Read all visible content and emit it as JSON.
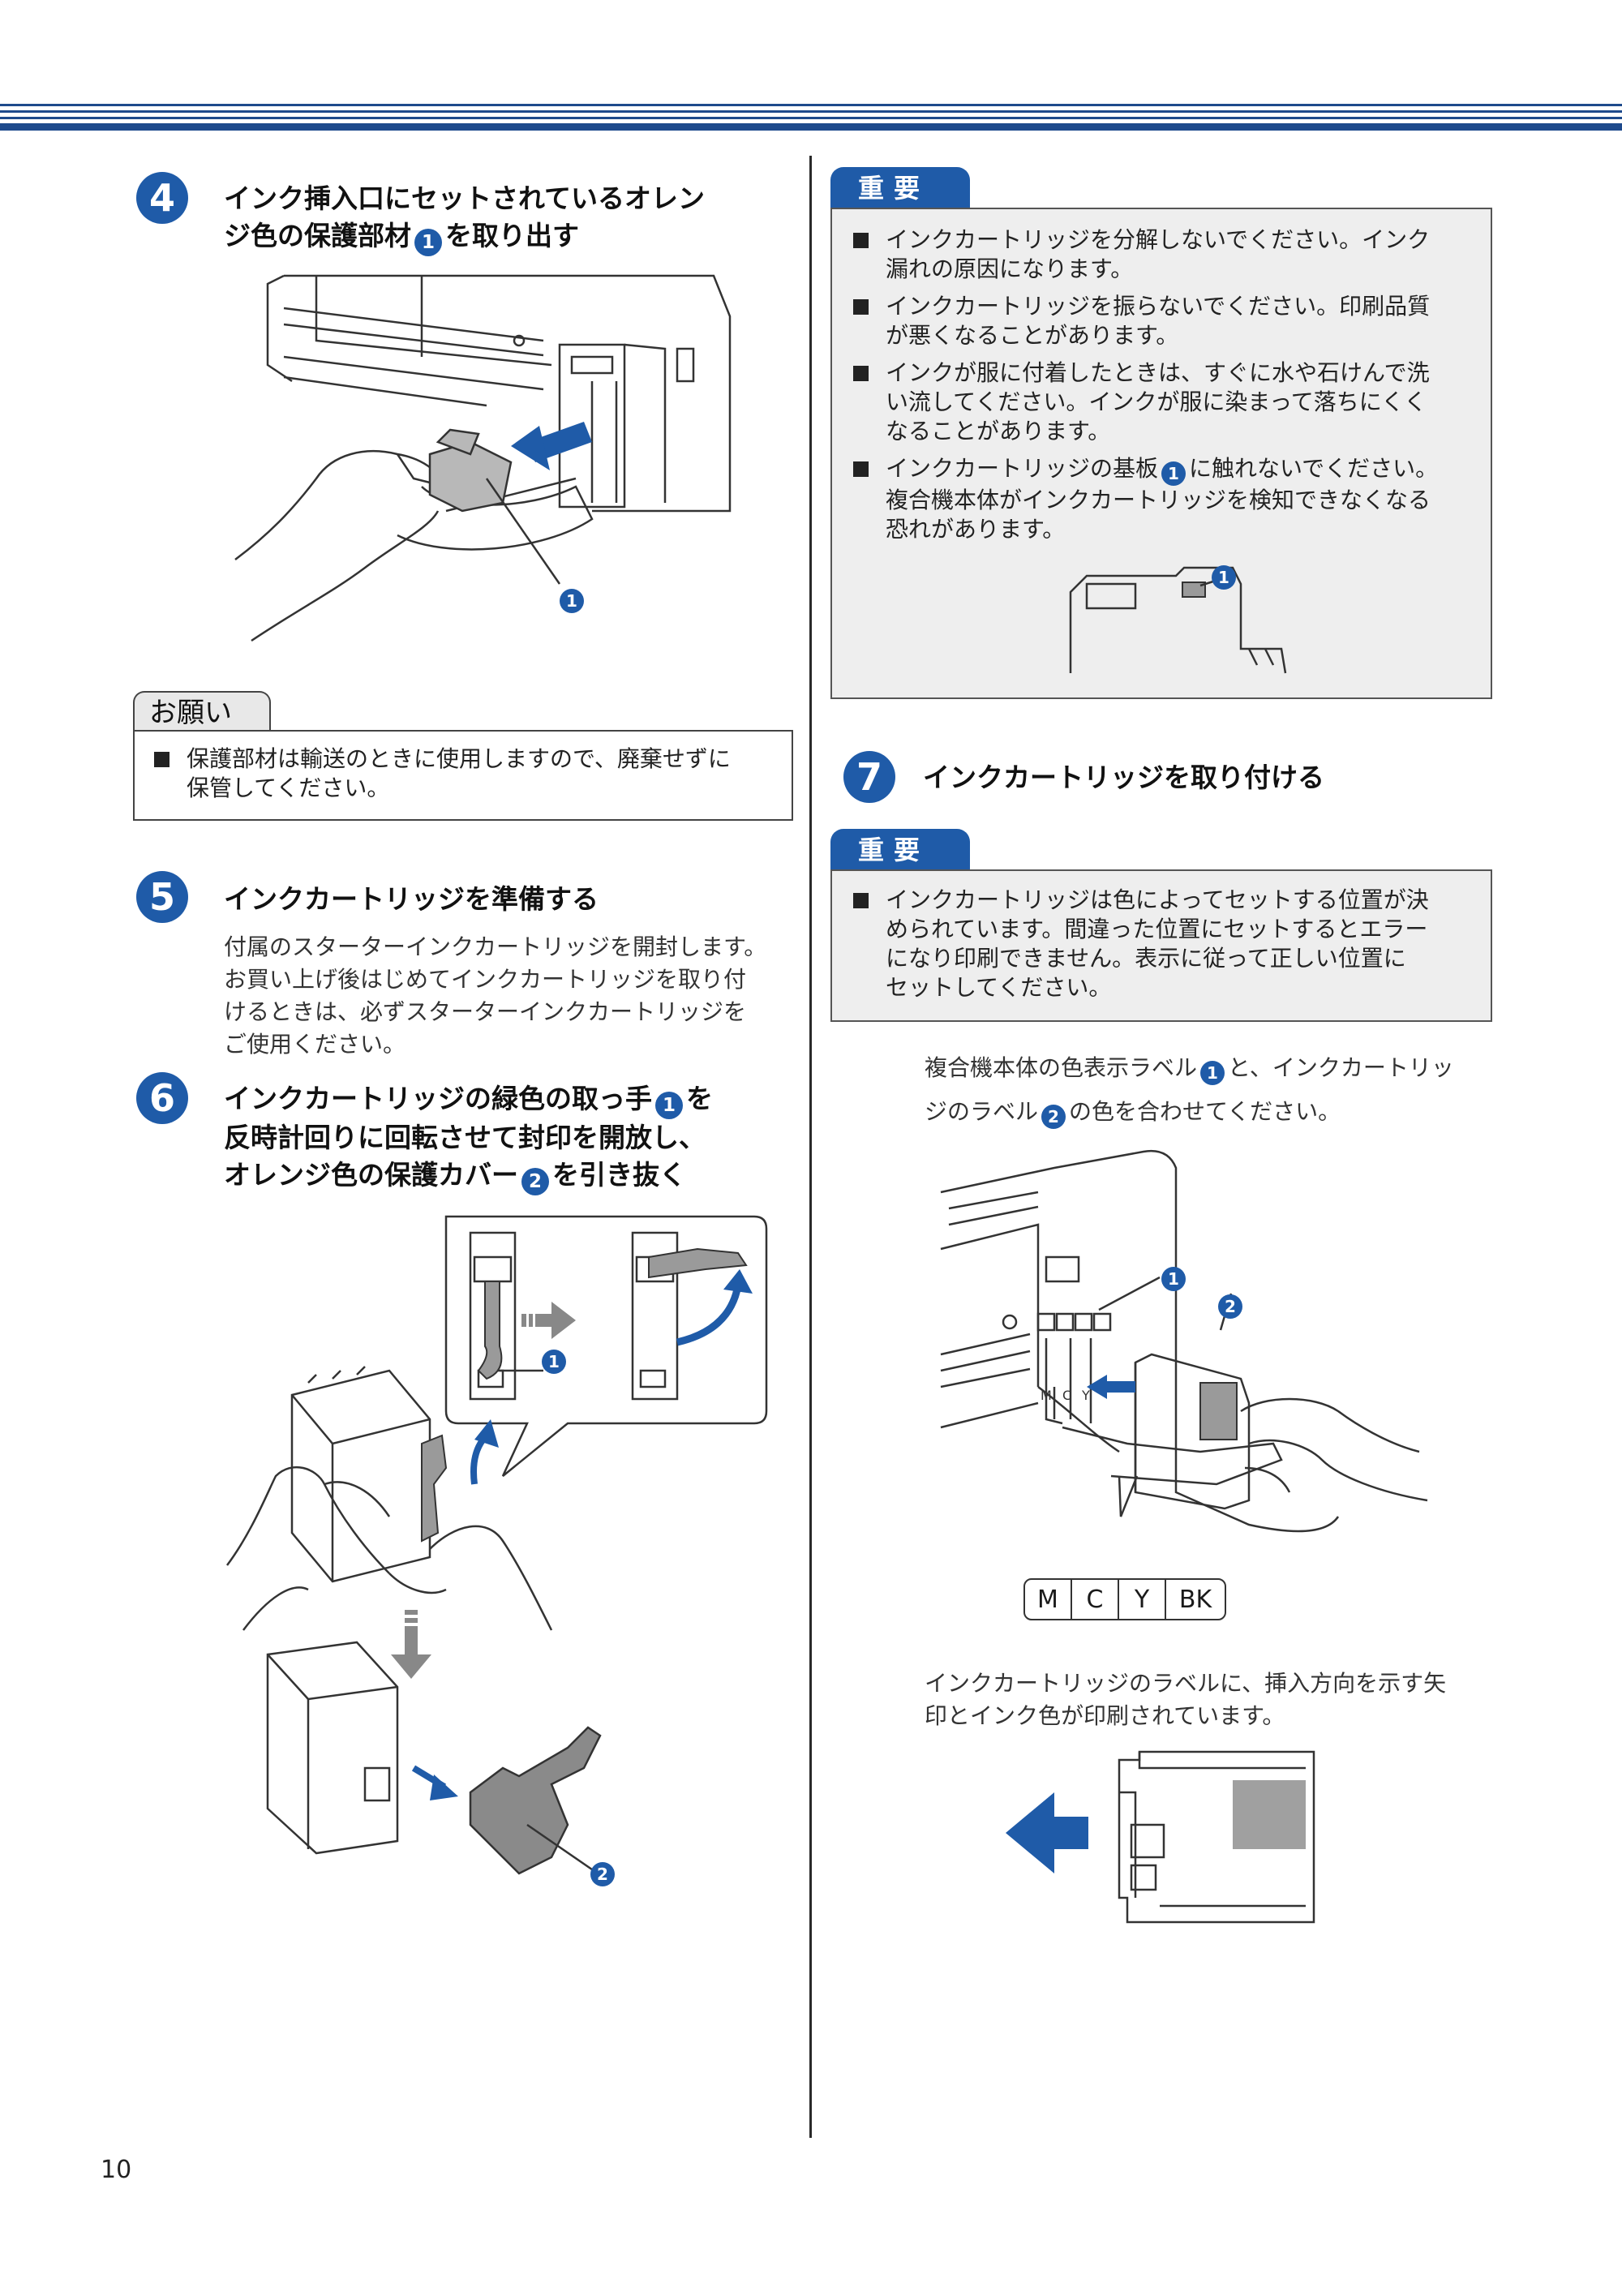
{
  "page_number": "10",
  "step4": {
    "number": "4",
    "title_line1": "インク挿入口にセットされているオレン",
    "title_line2_before": "ジ色の保護部材",
    "marker": "1",
    "title_line2_after": "を取り出す",
    "callout": "1"
  },
  "request": {
    "tab": "お願い",
    "line1": "保護部材は輸送のときに使用しますので、廃棄せずに",
    "line2": "保管してください。"
  },
  "step5": {
    "number": "5",
    "title": "インクカートリッジを準備する",
    "body": [
      "付属のスターターインクカートリッジを開封します。",
      "お買い上げ後はじめてインクカートリッジを取り付",
      "けるときは、必ずスターターインクカートリッジを",
      "ご使用ください。"
    ]
  },
  "step6": {
    "number": "6",
    "title_line1_before": "インクカートリッジの緑色の取っ手",
    "marker1": "1",
    "title_line1_after": "を",
    "title_line2": "反時計回りに回転させて封印を開放し、",
    "title_line3_before": "オレンジ色の保護カバー",
    "marker2": "2",
    "title_line3_after": "を引き抜く",
    "callout1": "1",
    "callout2": "2"
  },
  "important1": {
    "tab": "重要",
    "items": [
      {
        "l1": "インクカートリッジを分解しないでください。インク",
        "l2": "漏れの原因になります。"
      },
      {
        "l1": "インクカートリッジを振らないでください。印刷品質",
        "l2": "が悪くなることがあります。"
      },
      {
        "l1": "インクが服に付着したときは、すぐに水や石けんで洗",
        "l2": "い流してください。インクが服に染まって落ちにくく",
        "l3": "なることがあります。"
      }
    ],
    "item4_l1_before": "インクカートリッジの基板",
    "item4_marker": "1",
    "item4_l1_after": "に触れないでください。",
    "item4_l2": "複合機本体がインクカートリッジを検知できなくなる",
    "item4_l3": "恐れがあります。",
    "callout": "1"
  },
  "step7": {
    "number": "7",
    "title": "インクカートリッジを取り付ける"
  },
  "important2": {
    "tab": "重要",
    "lines": [
      "インクカートリッジは色によってセットする位置が決",
      "められています。間違った位置にセットするとエラー",
      "になり印刷できません。表示に従って正しい位置に",
      "セットしてください。"
    ]
  },
  "label_text": {
    "l1_before": "複合機本体の色表示ラベル",
    "marker1": "1",
    "l1_after": "と、インクカートリッ",
    "l2_before": "ジのラベル",
    "marker2": "2",
    "l2_after": "の色を合わせてください。",
    "callout1": "1",
    "callout2": "2"
  },
  "color_labels": [
    "M",
    "C",
    "Y",
    "BK"
  ],
  "arrow_text": {
    "l1": "インクカートリッジのラベルに、挿入方向を示す矢",
    "l2": "印とインク色が印刷されています。"
  },
  "colors": {
    "accent": "#1f5ba8",
    "header": "#1e4a8c",
    "box_bg": "#eeeeee"
  }
}
